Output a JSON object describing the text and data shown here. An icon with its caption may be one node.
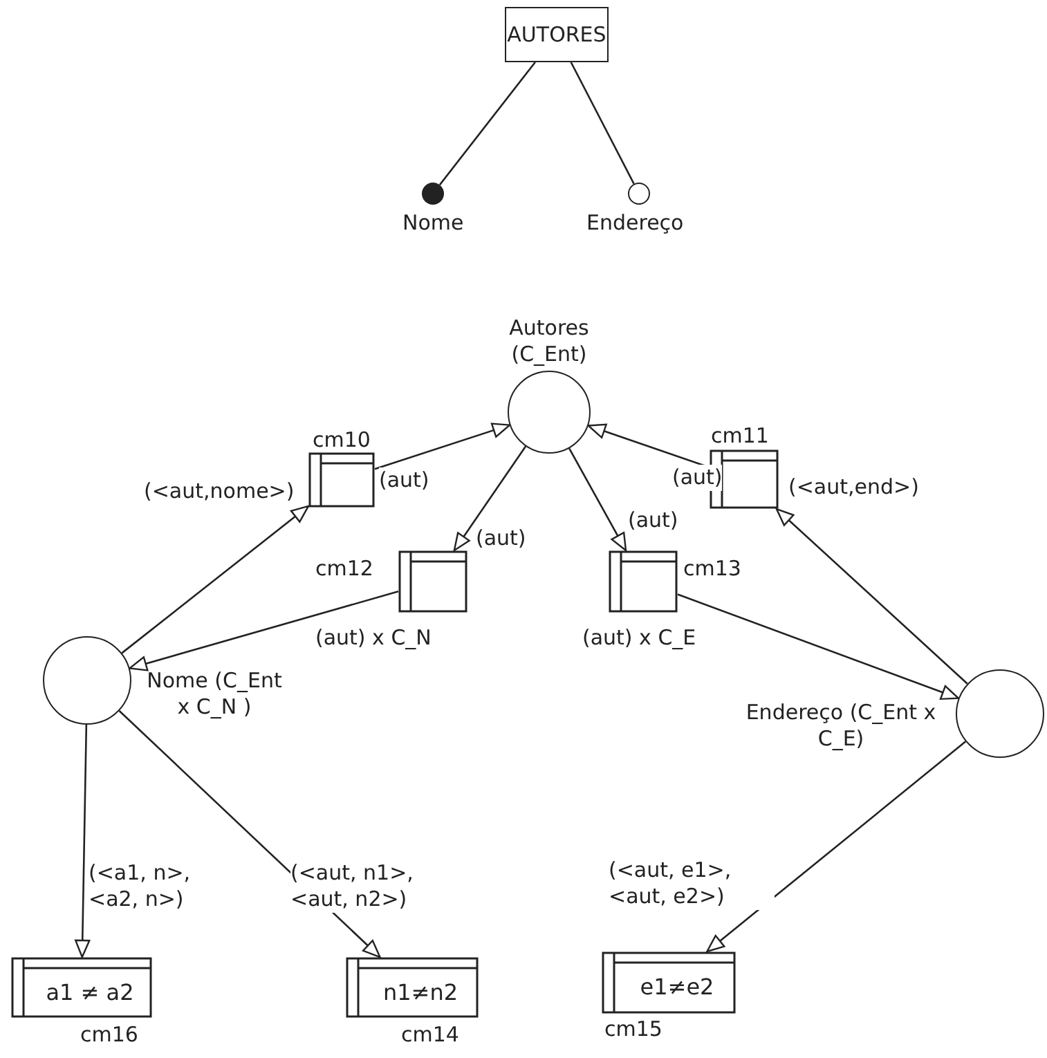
{
  "diagram": {
    "nodes": [
      {
        "text": [
          "AUTORES"
        ]
      },
      {
        "text": [],
        "shape": "dot",
        "beside": [
          "Nome"
        ]
      },
      {
        "text": [],
        "shape": "circle",
        "beside": [
          "Endereço"
        ]
      },
      {
        "text": [
          "Autores (C_Ent)"
        ]
      },
      {
        "text": [],
        "shape": "box",
        "beside": [
          "cm10"
        ]
      },
      {
        "text": [],
        "shape": "box",
        "beside": [
          "cm11"
        ]
      },
      {
        "text": [],
        "shape": "box",
        "beside": [
          "cm12"
        ]
      },
      {
        "text": [],
        "shape": "box",
        "beside": [
          "cm13"
        ]
      },
      {
        "text": [
          "Nome (C_Ent x C_N )"
        ]
      },
      {
        "text": [
          "Endereço (C_Ent x C_E)"
        ]
      },
      {
        "text": [
          "a1 ≠ a2"
        ],
        "beside": [
          "cm16"
        ]
      },
      {
        "text": [
          "n1≠n2"
        ],
        "beside": [
          "cm14"
        ]
      },
      {
        "text": [
          "e1≠e2"
        ],
        "beside": [
          "cm15"
        ]
      }
    ],
    "edges": [
      {
        "from": 0,
        "to": 1,
        "arrow": "none"
      },
      {
        "from": 0,
        "to": 2,
        "arrow": "none"
      },
      {
        "from": 4,
        "to": 3,
        "arrow": "to",
        "label": "(aut)"
      },
      {
        "from": 8,
        "to": 4,
        "arrow": "to",
        "label": "(<aut,nome>)"
      },
      {
        "from": 5,
        "to": 3,
        "arrow": "to",
        "label": "(aut)"
      },
      {
        "from": 9,
        "to": 5,
        "arrow": "to",
        "label": "(<aut,end>)"
      },
      {
        "from": 3,
        "to": 6,
        "arrow": "to",
        "label": "(aut)"
      },
      {
        "from": 3,
        "to": 7,
        "arrow": "to",
        "label": "(aut)"
      },
      {
        "from": 6,
        "to": 8,
        "arrow": "to",
        "label": "(aut) x C_N"
      },
      {
        "from": 7,
        "to": 9,
        "arrow": "to",
        "label": "(aut) x C_E"
      },
      {
        "from": 8,
        "to": 10,
        "arrow": "to",
        "label": "(<a1, n>, <a2, n>)"
      },
      {
        "from": 8,
        "to": 11,
        "arrow": "to",
        "label": "(<aut, n1>, <aut, n2>)"
      },
      {
        "from": 9,
        "to": 12,
        "arrow": "to",
        "label": "(<aut, e1>, <aut, e2>)"
      }
    ]
  }
}
